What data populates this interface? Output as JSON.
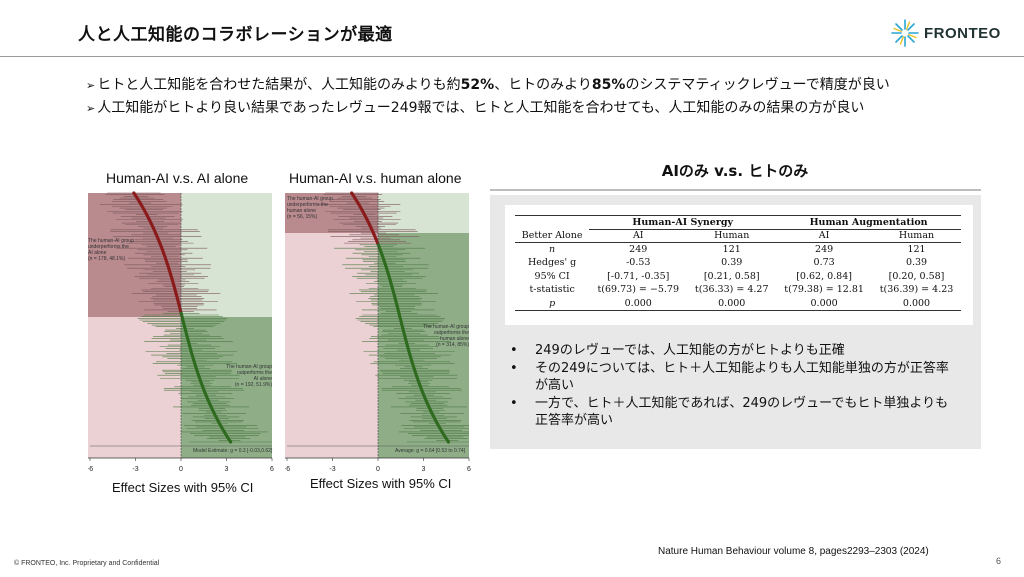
{
  "header": {
    "title": "人と人工知能のコラボレーションが最適",
    "logo_text": "FRONTEO"
  },
  "bullets": {
    "marker": "➢",
    "b1_pre": "ヒトと人工知能を合わせた結果が、人工知能のみよりも約",
    "b1_v1": "52%",
    "b1_mid": "、ヒトのみより",
    "b1_v2": "85%",
    "b1_post": "のシステマティックレヴューで精度が良い",
    "b2": "人工知能がヒトより良い結果であったレヴュー249報では、ヒトと人工知能を合わせても、人工知能のみの結果の方が良い"
  },
  "charts": {
    "left": {
      "title": "Human-AI v.s. AI alone",
      "xlabel": "Effect Sizes with 95% CI",
      "ticks": [
        "-6",
        "-3",
        "0",
        "3",
        "6"
      ],
      "annot_top": "The human-AI group underperforms the AI alone (n = 178, 48.1%)",
      "annot_bottom": "The human-AI group outperforms the AI alone (n = 192, 51.9%)",
      "legend": "Model Estimate: g = 0.3 [-0.03,0.62]"
    },
    "right": {
      "title": "Human-AI v.s. human alone",
      "xlabel": "Effect Sizes with 95% CI",
      "ticks": [
        "-6",
        "-3",
        "0",
        "3",
        "6"
      ],
      "annot_top": "The human-AI group underperforms the human alone (n = 56, 15%)",
      "annot_bottom": "The human-AI group outperforms the human alone (n = 314, 85%)",
      "legend": "Average: g = 0.64 [0.53 to 0.74]"
    }
  },
  "comparison": {
    "title": "AIのみ v.s. ヒトのみ",
    "table": {
      "group1": "Human-AI Synergy",
      "group2": "Human Augmentation",
      "header": [
        "Better Alone",
        "AI",
        "Human",
        "AI",
        "Human"
      ],
      "rows": [
        [
          "n",
          "249",
          "121",
          "249",
          "121"
        ],
        [
          "Hedges' g",
          "-0.53",
          "0.39",
          "0.73",
          "0.39"
        ],
        [
          "95% CI",
          "[-0.71, -0.35]",
          "[0.21, 0.58]",
          "[0.62, 0.84]",
          "[0.20, 0.58]"
        ],
        [
          "t-statistic",
          "t(69.73) = −5.79",
          "t(36.33) = 4.27",
          "t(79.38) = 12.81",
          "t(36.39) = 4.23"
        ],
        [
          "p",
          "0.000",
          "0.000",
          "0.000",
          "0.000"
        ]
      ]
    },
    "notes": [
      "249のレヴューでは、人工知能の方がヒトよりも正確",
      "その249については、ヒト＋人工知能よりも人工知能単独の方が正答率が高い",
      "一方で、ヒト＋人工知能であれば、249のレヴューでもヒト単独よりも正答率が高い"
    ]
  },
  "footer": {
    "citation": "Nature Human Behaviour volume 8, pages2293–2303 (2024)",
    "copyright": "© FRONTEO, Inc.  Proprietary and Confidential",
    "page": "6"
  },
  "colors": {
    "red_zone": "#ebd1d3",
    "green_zone": "#d8e4d3",
    "red_shade": "#b98a8e",
    "green_shade": "#8fae88",
    "red_dots": "#8b1a1a",
    "green_dots": "#2e6b1f"
  }
}
